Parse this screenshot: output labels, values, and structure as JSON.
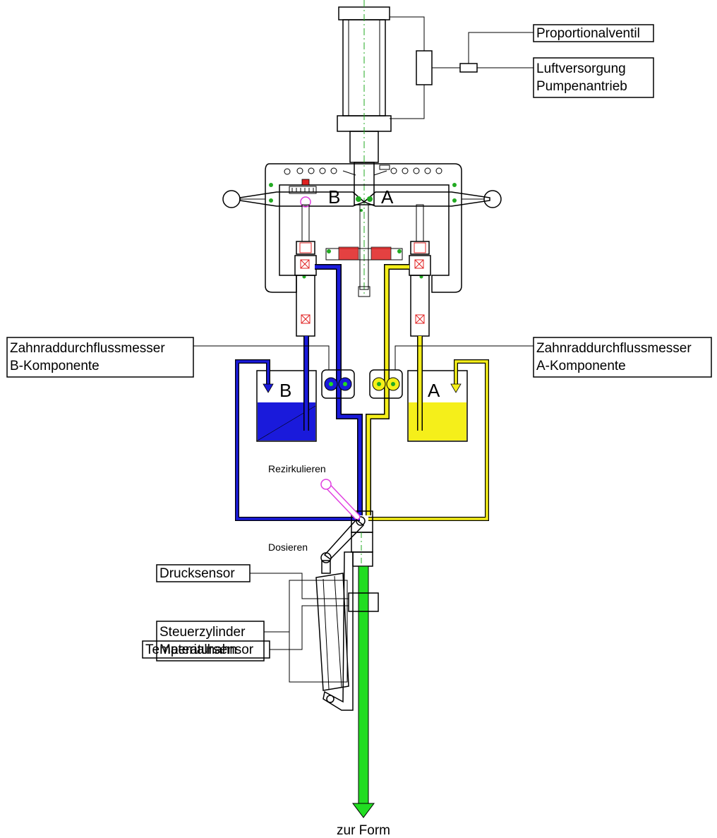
{
  "labels": {
    "proportional_valve": "Proportionalventil",
    "air_supply_line1": "Luftversorgung",
    "air_supply_line2": "Pumpenantrieb",
    "flowmeter_b_line1": "Zahnraddurchflussmesser",
    "flowmeter_b_line2": "B-Komponente",
    "flowmeter_a_line1": "Zahnraddurchflussmesser",
    "flowmeter_a_line2": "A-Komponente",
    "recirculate": "Rezirkulieren",
    "dose": "Dosieren",
    "control_cylinder_line1": "Steuerzylinder",
    "control_cylinder_line2": "Materialhahn",
    "pressure_sensor": "Drucksensor",
    "temperature_sensor": "Temperatursensor",
    "to_mold": "zur Form",
    "frame_letter_b": "B",
    "frame_letter_a": "A",
    "tank_letter_b": "B",
    "tank_letter_a": "A"
  },
  "colors": {
    "component_b": "#1a1adb",
    "component_a": "#f5ef1a",
    "mix_line": "#22dd22",
    "recirculate_lever": "#e040e0",
    "seal_red": "#e02020",
    "marker_green": "#22aa22"
  },
  "tank_fill_level": {
    "b": 0.55,
    "a": 0.55
  }
}
